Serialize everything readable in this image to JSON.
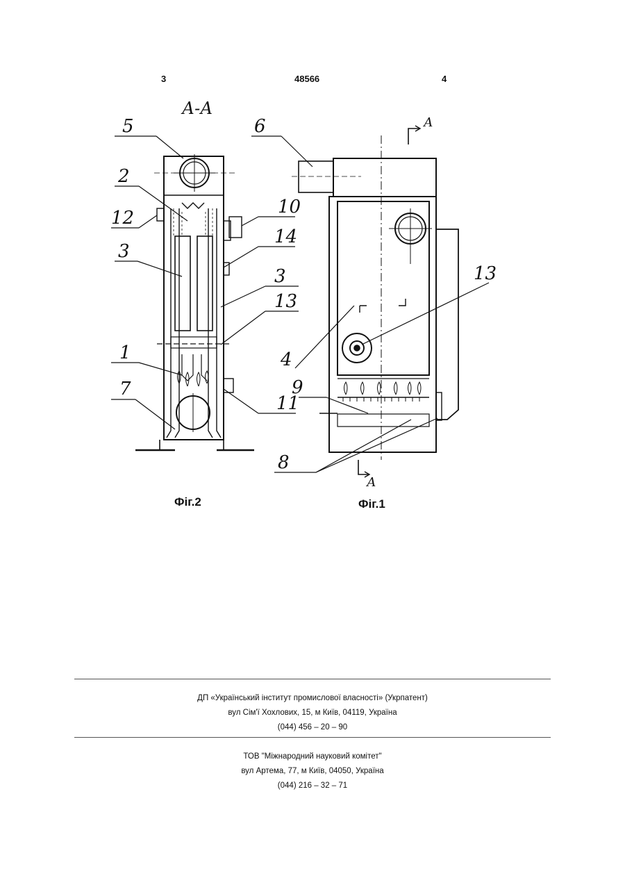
{
  "header": {
    "page_left": "3",
    "patent_number": "48566",
    "page_right": "4"
  },
  "figures": {
    "section_label": "А-А",
    "fig2_caption": "Фіг.2",
    "fig1_caption": "Фіг.1",
    "section_marker_letter": "А",
    "fig2_labels": [
      "5",
      "2",
      "12",
      "10",
      "14",
      "3",
      "3",
      "13",
      "1",
      "7",
      "11"
    ],
    "fig1_labels": [
      "6",
      "13",
      "4",
      "9",
      "8"
    ]
  },
  "footer": {
    "org1": {
      "name": "ДП «Український інститут промислової власності» (Укрпатент)",
      "address": "вул Сім'ї Хохлових, 15, м Київ, 04119, Україна",
      "phone": "(044) 456 – 20 – 90"
    },
    "org2": {
      "name": "ТОВ \"Міжнародний науковий комітет\"",
      "address": "вул Артема, 77, м Київ, 04050, Україна",
      "phone": "(044) 216 – 32 – 71"
    }
  }
}
